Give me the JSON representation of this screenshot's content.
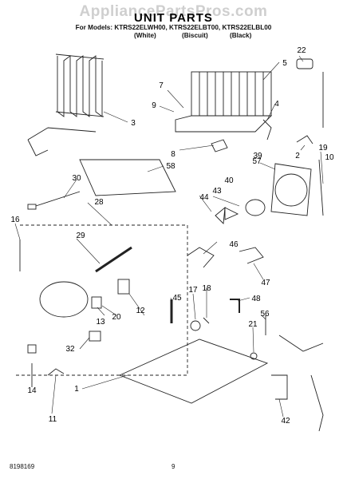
{
  "watermark": "AppliancePartsPros.com",
  "title": "UNIT PARTS",
  "models_line": "For Models: KTRS22ELWH00, KTRS22ELBT00, KTRS22ELBL00",
  "variants": [
    "(White)",
    "(Biscuit)",
    "(Black)"
  ],
  "callouts": [
    "1",
    "2",
    "3",
    "4",
    "5",
    "7",
    "8",
    "9",
    "10",
    "11",
    "12",
    "13",
    "14",
    "16",
    "17",
    "18",
    "19",
    "20",
    "21",
    "22",
    "28",
    "29",
    "30",
    "32",
    "39",
    "40",
    "42",
    "43",
    "44",
    "45",
    "46",
    "47",
    "48",
    "56",
    "57",
    "58"
  ],
  "footer": {
    "doc_number": "8198169",
    "page_number": "9"
  }
}
